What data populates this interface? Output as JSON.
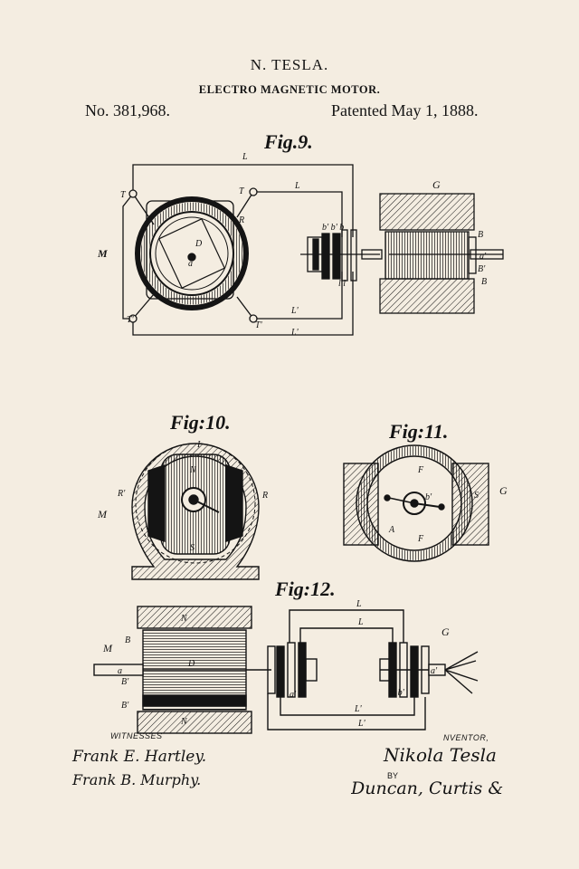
{
  "header": {
    "inventor_name": "N. TESLA.",
    "title": "ELECTRO MAGNETIC MOTOR.",
    "patent_number": "No. 381,968.",
    "patent_date": "Patented May 1, 1888."
  },
  "figures": {
    "fig9": "Fig.9.",
    "fig10": "Fig:10.",
    "fig11": "Fig:11.",
    "fig12": "Fig:12."
  },
  "footer": {
    "witnesses_label": "WITNESSES",
    "inventor_label": "NVENTOR,",
    "witness_signatures": [
      "Frank E. Hartley.",
      "Frank B. Murphy."
    ],
    "inventor_signature": "Nikola Tesla",
    "by_label": "BY",
    "attorney_signature": "Duncan, Curtis & P..."
  },
  "colors": {
    "paper": "#f4ede1",
    "ink": "#141414"
  }
}
